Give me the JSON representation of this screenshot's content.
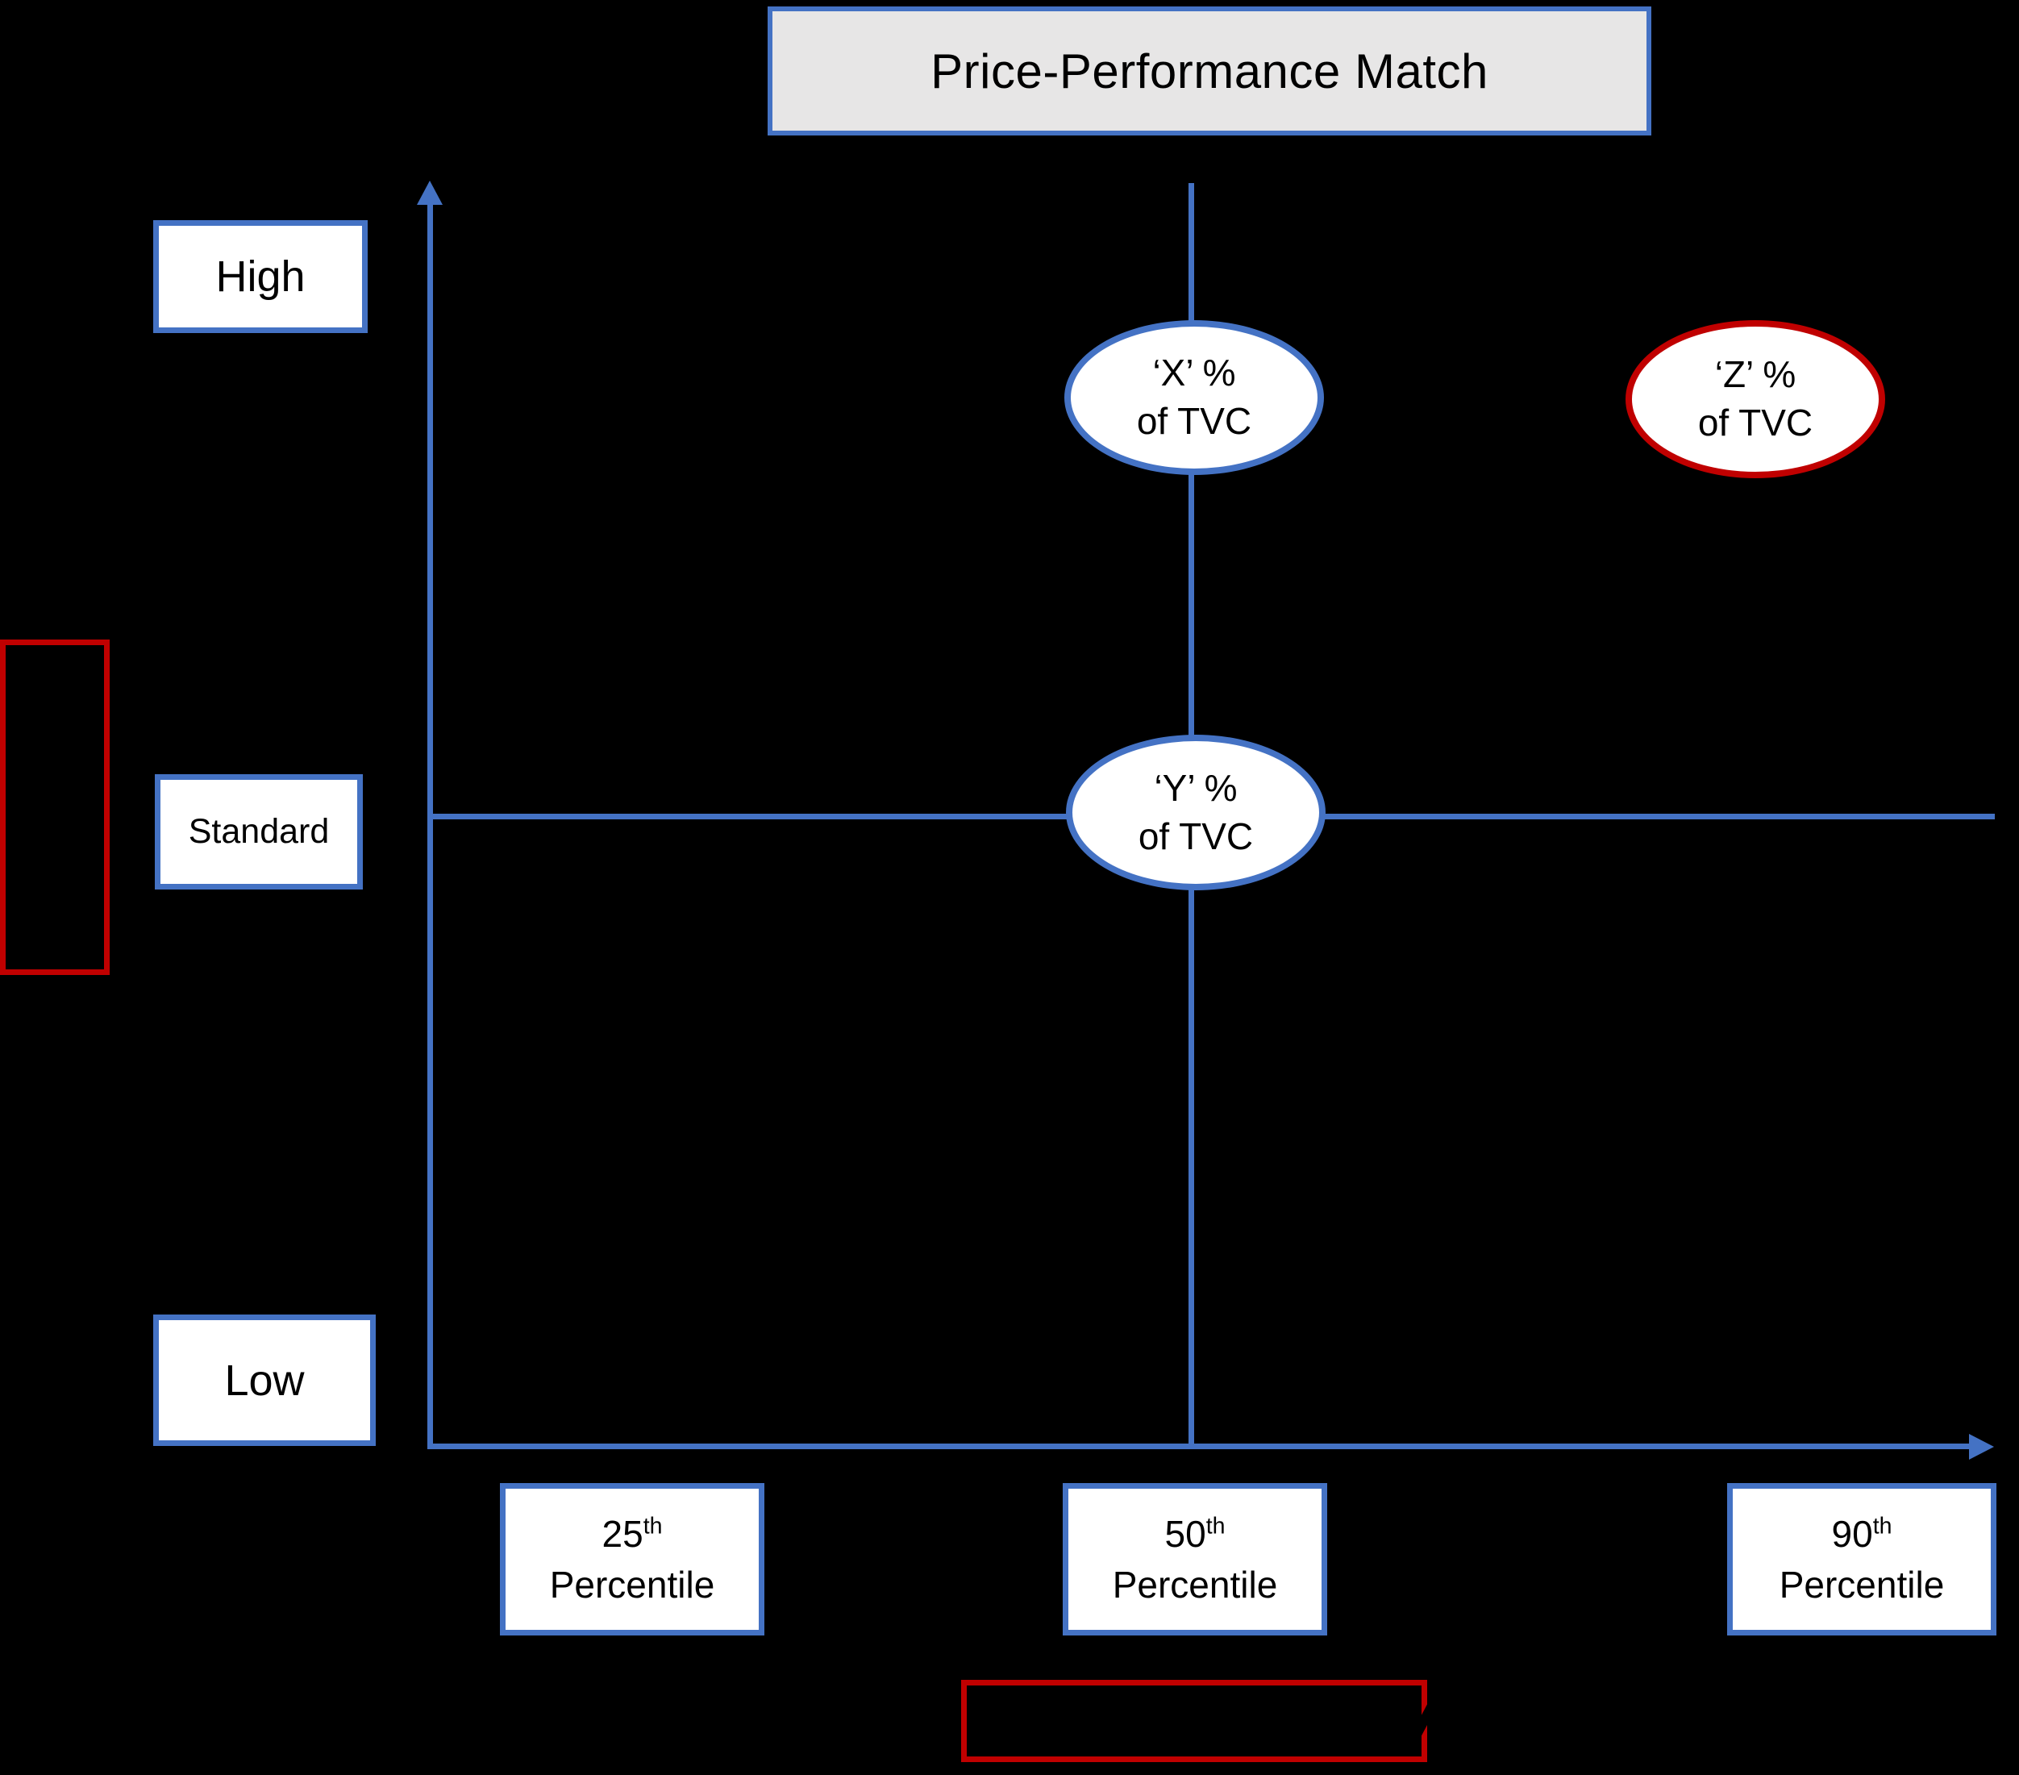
{
  "title": "Price-Performance Match",
  "y_axis": {
    "labels": [
      {
        "text": "High"
      },
      {
        "text": "Standard"
      },
      {
        "text": "Low"
      }
    ]
  },
  "x_axis": {
    "labels": [
      {
        "value": "25",
        "ordinal": "th",
        "word": "Percentile"
      },
      {
        "value": "50",
        "ordinal": "th",
        "word": "Percentile"
      },
      {
        "value": "90",
        "ordinal": "th",
        "word": "Percentile"
      }
    ]
  },
  "ellipses": {
    "x": {
      "line1": "‘X’ %",
      "line2": "of TVC"
    },
    "z": {
      "line1": "‘Z’ %",
      "line2": "of TVC"
    },
    "y": {
      "line1": "‘Y’ %",
      "line2": "of TVC"
    }
  },
  "colors": {
    "accent_blue": "#4472C4",
    "accent_red": "#C00000",
    "title_fill": "#E7E6E6",
    "label_fill": "#FFFFFF",
    "background": "#000000",
    "text": "#000000"
  }
}
